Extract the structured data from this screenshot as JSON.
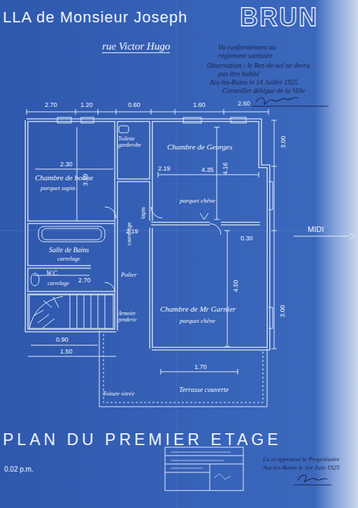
{
  "diagram": {
    "title": "LLA de Monsieur Joseph",
    "caption": "PLAN DU PREMIER ETAGE",
    "nodes": [
      {
        "text": [
          "Chambre de bonne",
          "parquet sapin"
        ]
      },
      {
        "text": [
          "Toilette garderobe"
        ]
      },
      {
        "text": [
          "Chambre de Georges",
          "parquet chêne"
        ]
      },
      {
        "text": [
          "Salle de Bains",
          "carrelage"
        ]
      },
      {
        "text": [
          "W.C.",
          "carrelage"
        ]
      },
      {
        "text": [
          "Palier"
        ]
      },
      {
        "text": [
          "Chambre de Mr Garnier",
          "parquet chêne"
        ]
      },
      {
        "text": [
          "Armoire penderie"
        ]
      },
      {
        "text": [
          "Terrasse couverte"
        ]
      },
      {
        "text": [
          "Toiture vitrée"
        ]
      }
    ],
    "labels": [
      "BRUN",
      "rue Victor Hugo",
      "Vu conformément au",
      "règlement sanitaire",
      "Observation : le Rez-de-sol ne devra",
      "pas être habité",
      "Aix-les-Bains le 14 Juillet 1925",
      "Conseiller délégué de la Ville",
      "2.70",
      "1.20",
      "0.60",
      "1.60",
      "2.60",
      "2.30",
      "3.19",
      "2.19",
      "4.35",
      "4.16",
      "3.00",
      "2.19",
      "0.30",
      "2.70",
      "4.50",
      "3.00",
      "0.90",
      "1.50",
      "1.70",
      "carrelage",
      "tapis",
      "MIDI",
      "0.02 p.m.",
      "Lu et approuvé le Propriétaire",
      "Aix-les-Bains le 1er Juin 1925"
    ]
  }
}
